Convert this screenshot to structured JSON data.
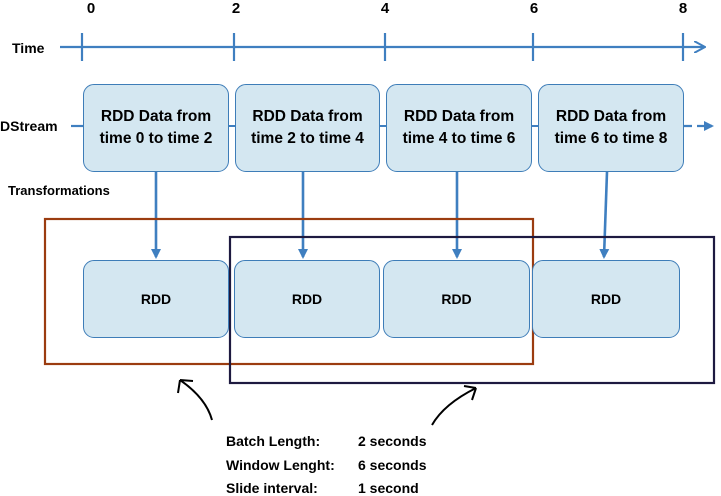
{
  "labels": {
    "time": "Time",
    "dstream": "DStream",
    "transformations": "Transformations"
  },
  "timeline": {
    "ticks": [
      "0",
      "2",
      "4",
      "6",
      "8"
    ]
  },
  "dstream_batches": [
    {
      "line1": "RDD Data from",
      "line2": "time 0 to time 2"
    },
    {
      "line1": "RDD Data from",
      "line2": "time 2 to time 4"
    },
    {
      "line1": "RDD Data from",
      "line2": "time 4 to time 6"
    },
    {
      "line1": "RDD Data from",
      "line2": "time 6 to time 8"
    }
  ],
  "transformed_rdds": [
    {
      "label": "RDD"
    },
    {
      "label": "RDD"
    },
    {
      "label": "RDD"
    },
    {
      "label": "RDD"
    }
  ],
  "notes": [
    {
      "key": "Batch Length:",
      "value": "2 seconds"
    },
    {
      "key": "Window Lenght:",
      "value": "6 seconds"
    },
    {
      "key": "Slide interval:",
      "value": "1 second"
    }
  ],
  "colors": {
    "axis": "#3f7fc0",
    "box_fill": "#d4e7f1",
    "box_border": "#3e7db8",
    "window1": "#9b3c10",
    "window2": "#1e1a40"
  }
}
